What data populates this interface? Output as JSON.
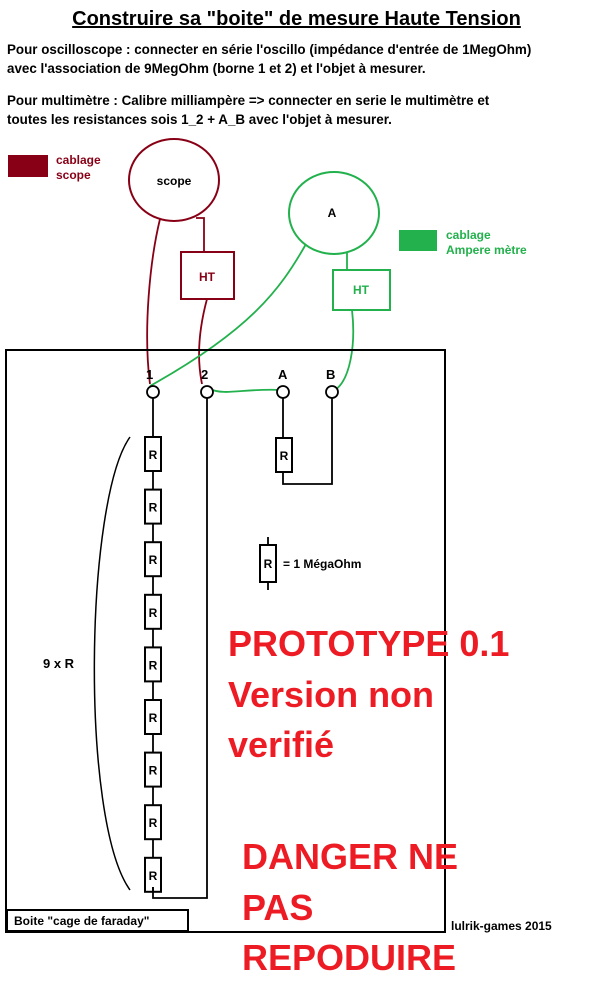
{
  "title": "Construire sa \"boite\" de mesure Haute Tension",
  "paragraphs": {
    "oscilloscope_line1": "Pour oscilloscope : connecter en série l'oscillo (impédance d'entrée de 1MegOhm)",
    "oscilloscope_line2": "avec l'association de 9MegOhm (borne 1 et 2) et l'objet à mesurer.",
    "multimeter_line1": "Pour multimètre : Calibre milliampère => connecter en serie le multimètre et",
    "multimeter_line2": "toutes les resistances sois 1_2 + A_B avec l'objet à mesurer."
  },
  "legend": {
    "scope_line1": "cablage",
    "scope_line2": "scope",
    "ampere_line1": "cablage",
    "ampere_line2": "Ampere mètre"
  },
  "components": {
    "scope_label": "scope",
    "ammeter_label": "A",
    "ht_label": "HT",
    "resistor_label": "R",
    "resistor_value": "= 1 MégaOhm",
    "series_count": "9 x R"
  },
  "terminals": [
    "1",
    "2",
    "A",
    "B"
  ],
  "box_label": "Boite \"cage de faraday\"",
  "warning": {
    "line1": "PROTOTYPE 0.1",
    "line2": "Version non",
    "line3": "verifié",
    "line4": "DANGER NE",
    "line5": "PAS",
    "line6": "REPODUIRE"
  },
  "credit": "lulrik-games 2015",
  "colors": {
    "scope_wire": "#880015",
    "ampere_wire": "#22b14c",
    "warning": "#ed1c24",
    "ink": "#000000"
  }
}
